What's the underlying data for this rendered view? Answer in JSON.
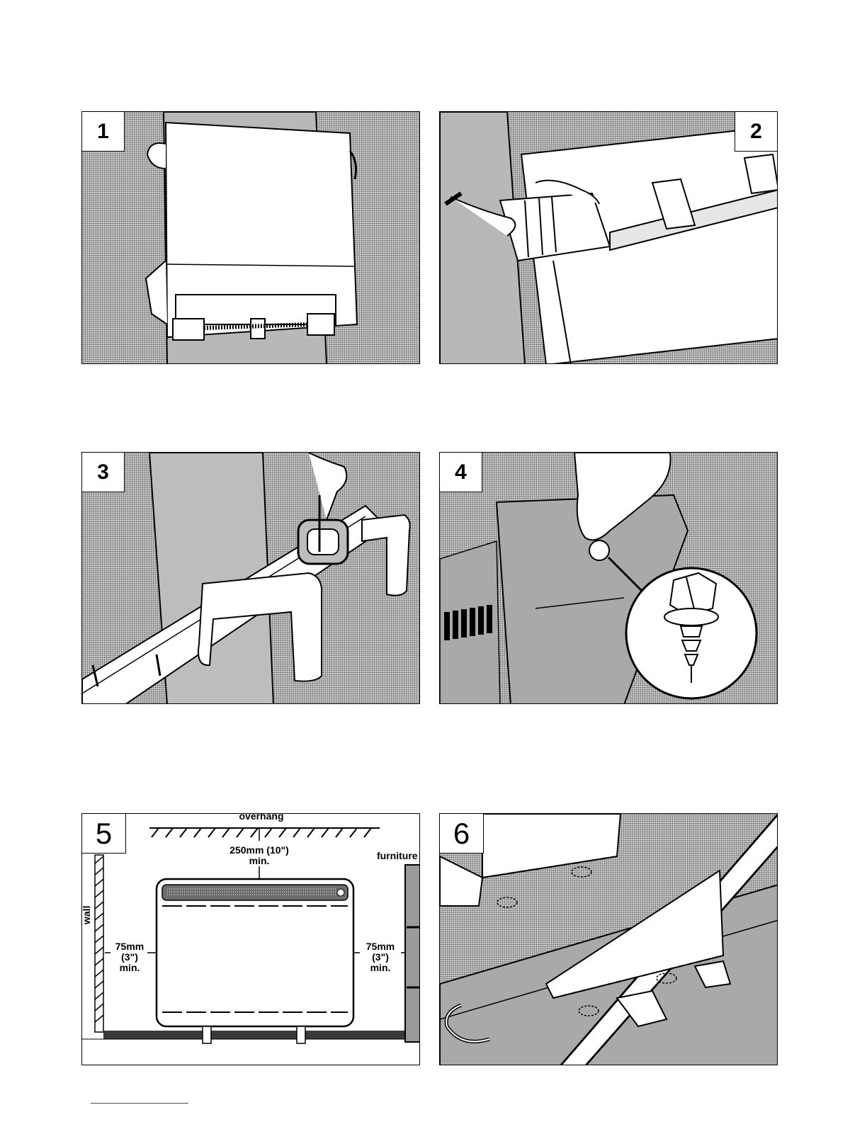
{
  "panels": [
    {
      "id": 1,
      "label": "1"
    },
    {
      "id": 2,
      "label": "2"
    },
    {
      "id": 3,
      "label": "3"
    },
    {
      "id": 4,
      "label": "4"
    },
    {
      "id": 5,
      "label": "5"
    },
    {
      "id": 6,
      "label": "6"
    }
  ],
  "clearance": {
    "overhang": "overhang",
    "top_value": "250mm (10\")",
    "top_min": "min.",
    "furniture": "furniture",
    "wall": "wall",
    "left_value": "75mm",
    "left_inch": "(3\")",
    "left_min": "min.",
    "right_value": "75mm",
    "right_inch": "(3\")",
    "right_min": "min."
  },
  "colors": {
    "ink": "#000000",
    "halftone": "#c9c9c9",
    "footer_rule": "#2b4fb3"
  }
}
